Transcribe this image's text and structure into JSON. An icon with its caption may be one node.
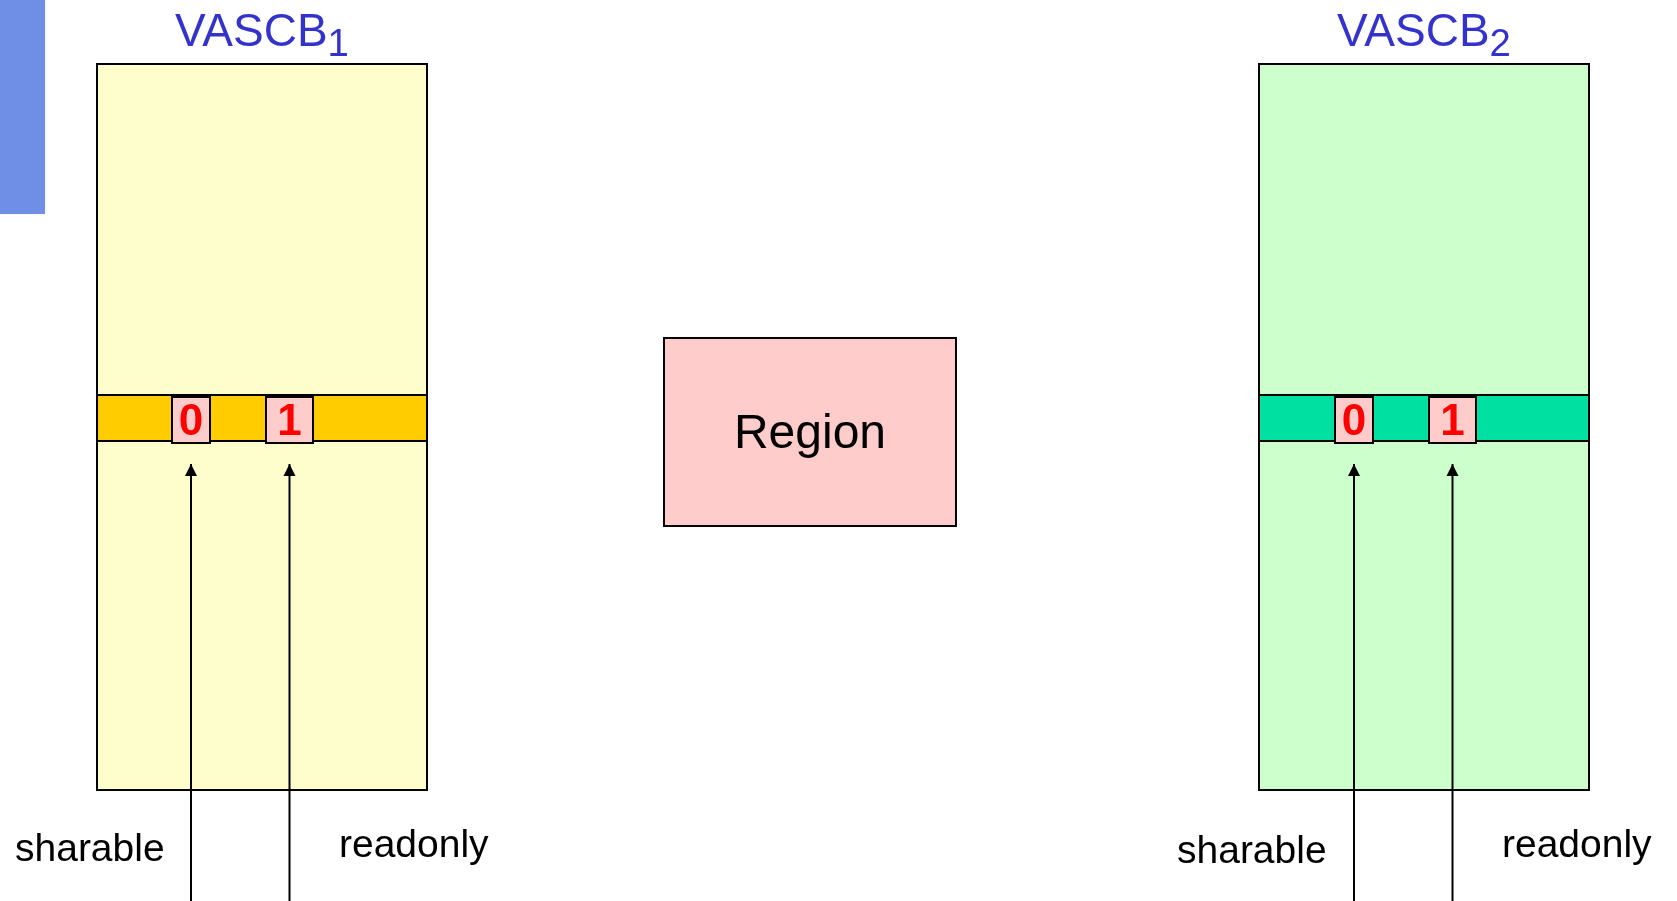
{
  "diagram": {
    "nodes": [
      {
        "text": [
          "VASCB$_{1}$"
        ]
      },
      {
        "text": [],
        "shape": "bar",
        "in": 0
      },
      {
        "text": [
          "0"
        ],
        "in": 1
      },
      {
        "text": [
          "1"
        ],
        "in": 1
      },
      {
        "text": [
          "Region"
        ]
      },
      {
        "text": [
          "VASCB$_{2}$"
        ]
      },
      {
        "text": [],
        "shape": "bar",
        "in": 5
      },
      {
        "text": [
          "0"
        ],
        "in": 6
      },
      {
        "text": [
          "1"
        ],
        "in": 6
      }
    ],
    "edges": [
      {
        "from": null,
        "to": 2,
        "arrow": "to"
      },
      {
        "from": null,
        "to": 3,
        "arrow": "to"
      },
      {
        "from": null,
        "to": 7,
        "arrow": "to"
      },
      {
        "from": null,
        "to": 8,
        "arrow": "to"
      }
    ],
    "labels": [
      "sharable",
      "readonly",
      "sharable",
      "readonly"
    ]
  }
}
